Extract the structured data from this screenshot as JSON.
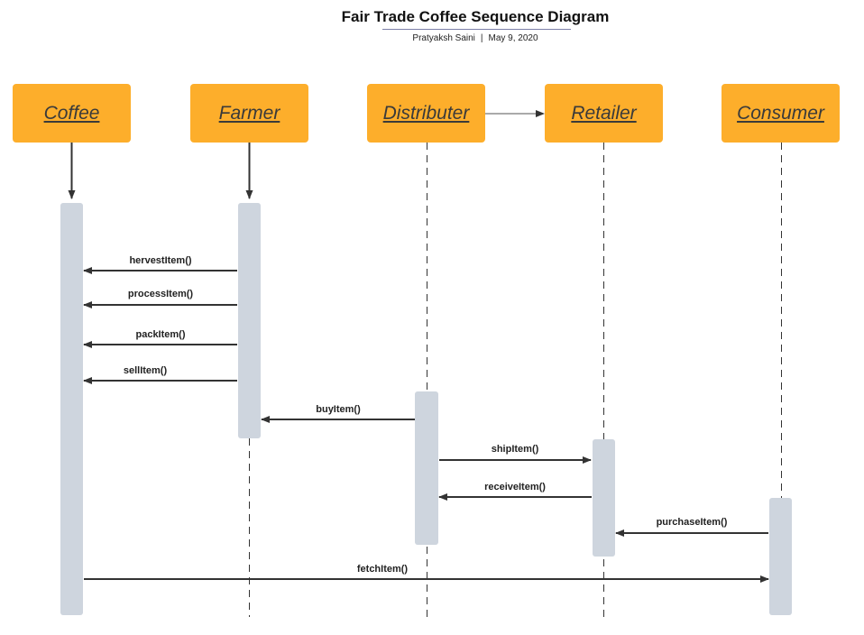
{
  "title": "Fair Trade Coffee Sequence Diagram",
  "author": "Pratyaksh Saini",
  "separator": "|",
  "date": "May 9, 2020",
  "colors": {
    "actor_fill": "#fdae2b",
    "activation_fill": "#ced5de",
    "line": "#333333"
  },
  "actors": [
    {
      "id": "coffee",
      "label": "Coffee"
    },
    {
      "id": "farmer",
      "label": "Farmer"
    },
    {
      "id": "distributer",
      "label": "Distributer"
    },
    {
      "id": "retailer",
      "label": "Retailer"
    },
    {
      "id": "consumer",
      "label": "Consumer"
    }
  ],
  "messages": [
    {
      "from": "farmer",
      "to": "coffee",
      "label": "hervestItem()"
    },
    {
      "from": "farmer",
      "to": "coffee",
      "label": "processItem()"
    },
    {
      "from": "farmer",
      "to": "coffee",
      "label": "packItem()"
    },
    {
      "from": "farmer",
      "to": "coffee",
      "label": "sellItem()"
    },
    {
      "from": "distributer",
      "to": "farmer",
      "label": "buyItem()"
    },
    {
      "from": "distributer",
      "to": "retailer",
      "label": "shipItem()"
    },
    {
      "from": "retailer",
      "to": "distributer",
      "label": "receiveItem()"
    },
    {
      "from": "consumer",
      "to": "retailer",
      "label": "purchaseItem()"
    },
    {
      "from": "coffee",
      "to": "consumer",
      "label": "fetchItem()"
    }
  ]
}
